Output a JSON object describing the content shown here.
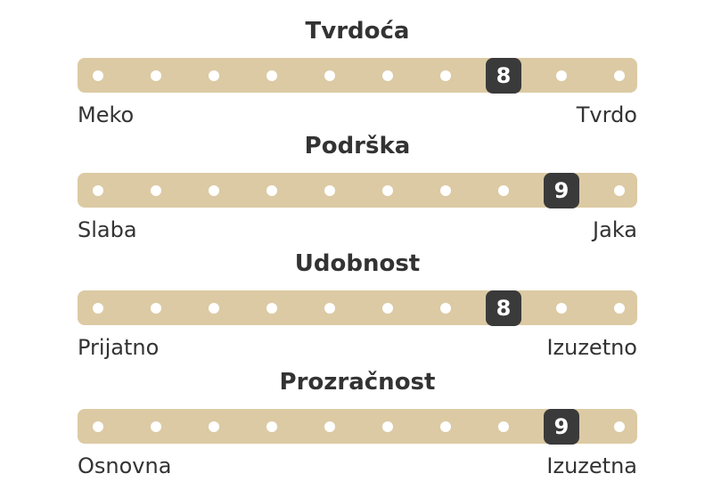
{
  "ratings": [
    {
      "title": "Tvrdoća",
      "value": 8,
      "max": 10,
      "min_label": "Meko",
      "max_label": "Tvrdo"
    },
    {
      "title": "Podrška",
      "value": 9,
      "max": 10,
      "min_label": "Slaba",
      "max_label": "Jaka"
    },
    {
      "title": "Udobnost",
      "value": 8,
      "max": 10,
      "min_label": "Prijatno",
      "max_label": "Izuzetno"
    },
    {
      "title": "Prozračnost",
      "value": 9,
      "max": 10,
      "min_label": "Osnovna",
      "max_label": "Izuzetna"
    }
  ],
  "colors": {
    "bar": "#dccaa4",
    "dot": "#ffffff",
    "marker": "#3a3a3a",
    "text": "#333333"
  }
}
